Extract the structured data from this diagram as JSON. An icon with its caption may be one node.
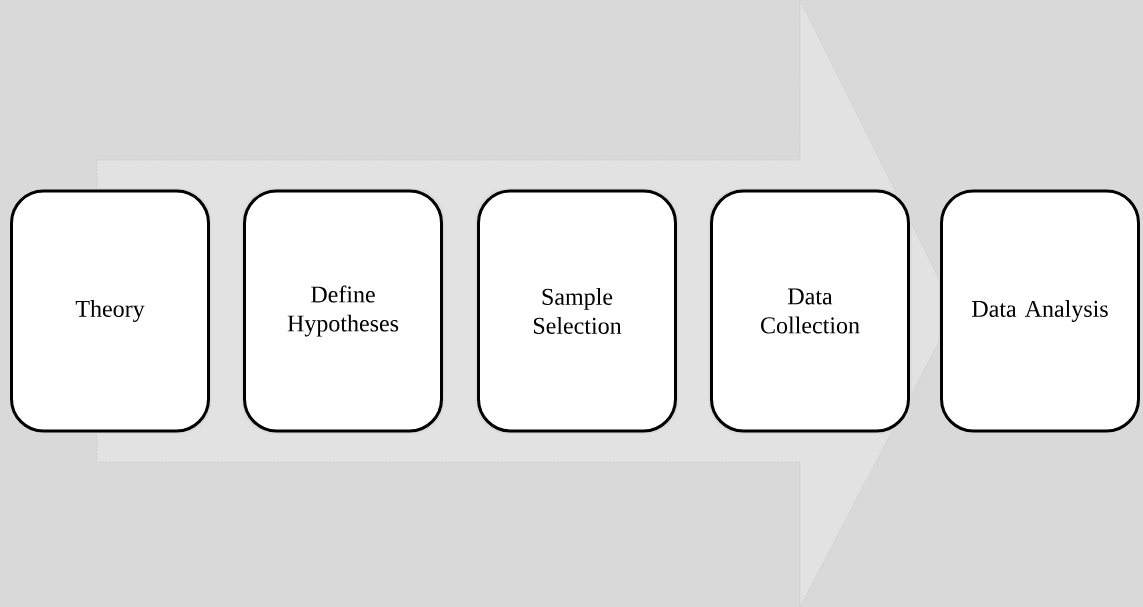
{
  "diagram": {
    "nodes": [
      {
        "text": [
          "Theory"
        ]
      },
      {
        "text": [
          "Define Hypotheses"
        ]
      },
      {
        "text": [
          "Sample Selection"
        ]
      },
      {
        "text": [
          "Data Collection"
        ]
      },
      {
        "text": [
          "Data Analysis"
        ]
      }
    ],
    "edges": [
      {
        "from": 0,
        "to": 4,
        "arrow": "to"
      }
    ]
  }
}
